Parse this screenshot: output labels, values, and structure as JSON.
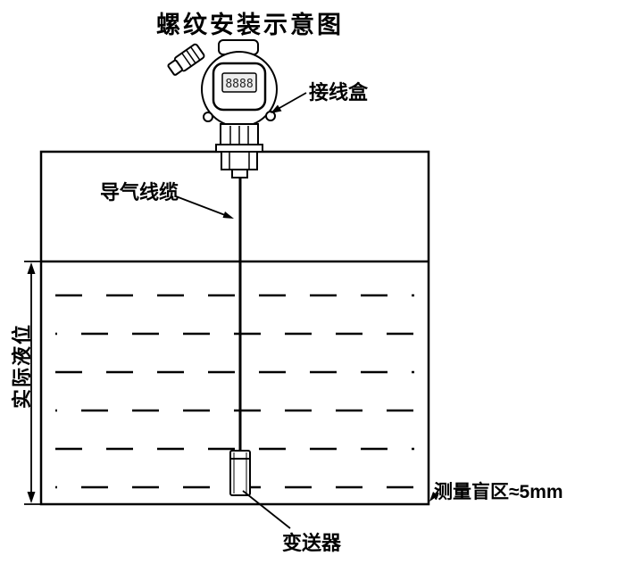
{
  "title": "螺纹安装示意图",
  "labels": {
    "junction_box": "接线盒",
    "air_cable": "导气线缆",
    "actual_level": "实际液位",
    "blind_zone": "测量盲区≈5mm",
    "transmitter": "变送器"
  },
  "lcd": "8888",
  "colors": {
    "line": "#000000",
    "background": "#ffffff",
    "lcd_panel": "#ededed"
  }
}
